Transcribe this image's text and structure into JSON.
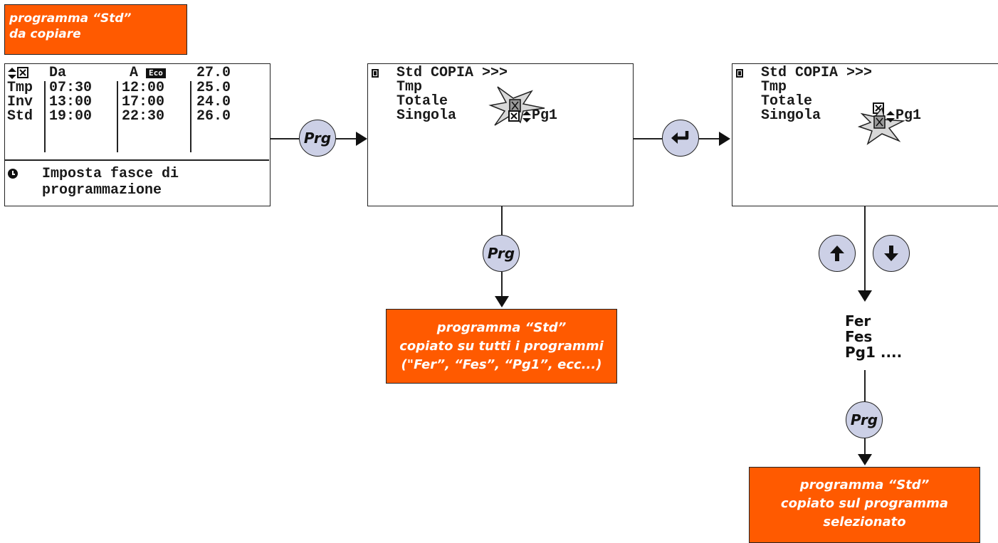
{
  "top_label": {
    "line1": "programma “Std”",
    "line2": "da copiare"
  },
  "screen1": {
    "header": {
      "col_a": "Da",
      "col_b": "A",
      "eco": "Eco",
      "temp": "27.0"
    },
    "rows": [
      {
        "name": "Tmp",
        "from": "07:30",
        "to": "12:00",
        "temp": "25.0"
      },
      {
        "name": "Inv",
        "from": "13:00",
        "to": "17:00",
        "temp": "24.0"
      },
      {
        "name": "Std",
        "from": "19:00",
        "to": "22:30",
        "temp": "26.0"
      }
    ],
    "footer_line1": "Imposta fasce di",
    "footer_line2": "programmazione"
  },
  "screen2": {
    "title": "Std COPIA >>>",
    "item1": "Tmp",
    "item2": "Totale",
    "item3": "Singola",
    "pg": "Pg1"
  },
  "screen3": {
    "title": "Std COPIA >>>",
    "item1": "Tmp",
    "item2": "Totale",
    "item3": "Singola",
    "pg": "Pg1"
  },
  "buttons": {
    "prg": "Prg"
  },
  "list_programs": [
    "Fer",
    "Fes",
    "Pg1 ...."
  ],
  "result_all": {
    "line1": "programma “Std”",
    "line2": "copiato su tutti i programmi",
    "line3": "(\"Fer”, “Fes”, “Pg1”, ecc...)"
  },
  "result_selected": {
    "line1": "programma “Std”",
    "line2": "copiato sul programma",
    "line3": "selezionato"
  },
  "colors": {
    "orange": "#ff5a00",
    "button": "#ccd0e6"
  }
}
